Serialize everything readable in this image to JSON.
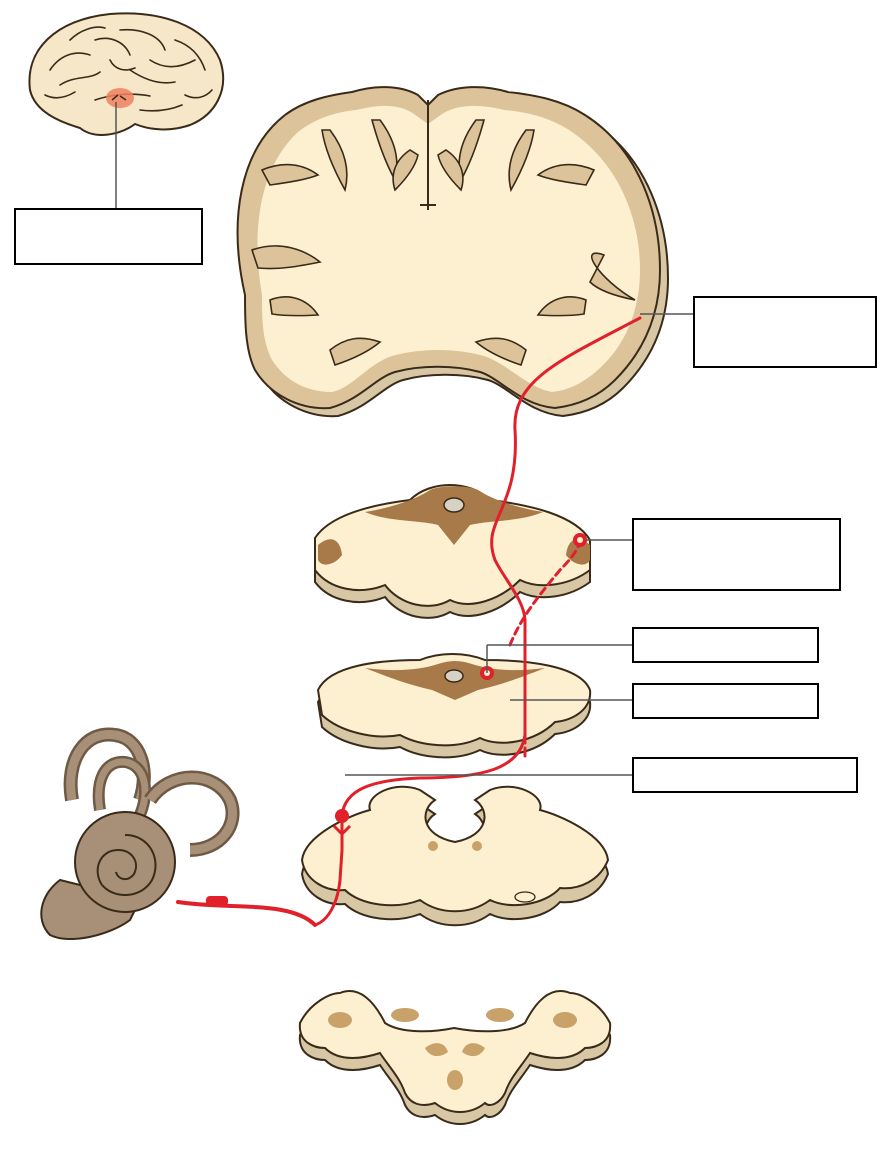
{
  "diagram": {
    "colors": {
      "background": "#ffffff",
      "white_matter": "#fdf0d0",
      "gray_matter": "#dcc39a",
      "nucleus": "#a87a4a",
      "section_edge": "#c2b08f",
      "outline": "#3a2a1a",
      "pathway": "#e0202a",
      "cortex_highlight": "#f08060",
      "ear": "#a89078",
      "ear_dark": "#6f5a45",
      "label_box_border": "#000000",
      "leader_line": "#555555"
    },
    "pathway_style": "solid-with-dashed-segments",
    "label_boxes": [
      {
        "id": "lateral-brain-label",
        "text": ""
      },
      {
        "id": "auditory-cortex-label",
        "text": ""
      },
      {
        "id": "medial-geniculate-label",
        "text": ""
      },
      {
        "id": "inferior-colliculus-label",
        "text": ""
      },
      {
        "id": "lateral-lemniscus-label",
        "text": ""
      },
      {
        "id": "cochlear-nucleus-label",
        "text": ""
      }
    ]
  }
}
